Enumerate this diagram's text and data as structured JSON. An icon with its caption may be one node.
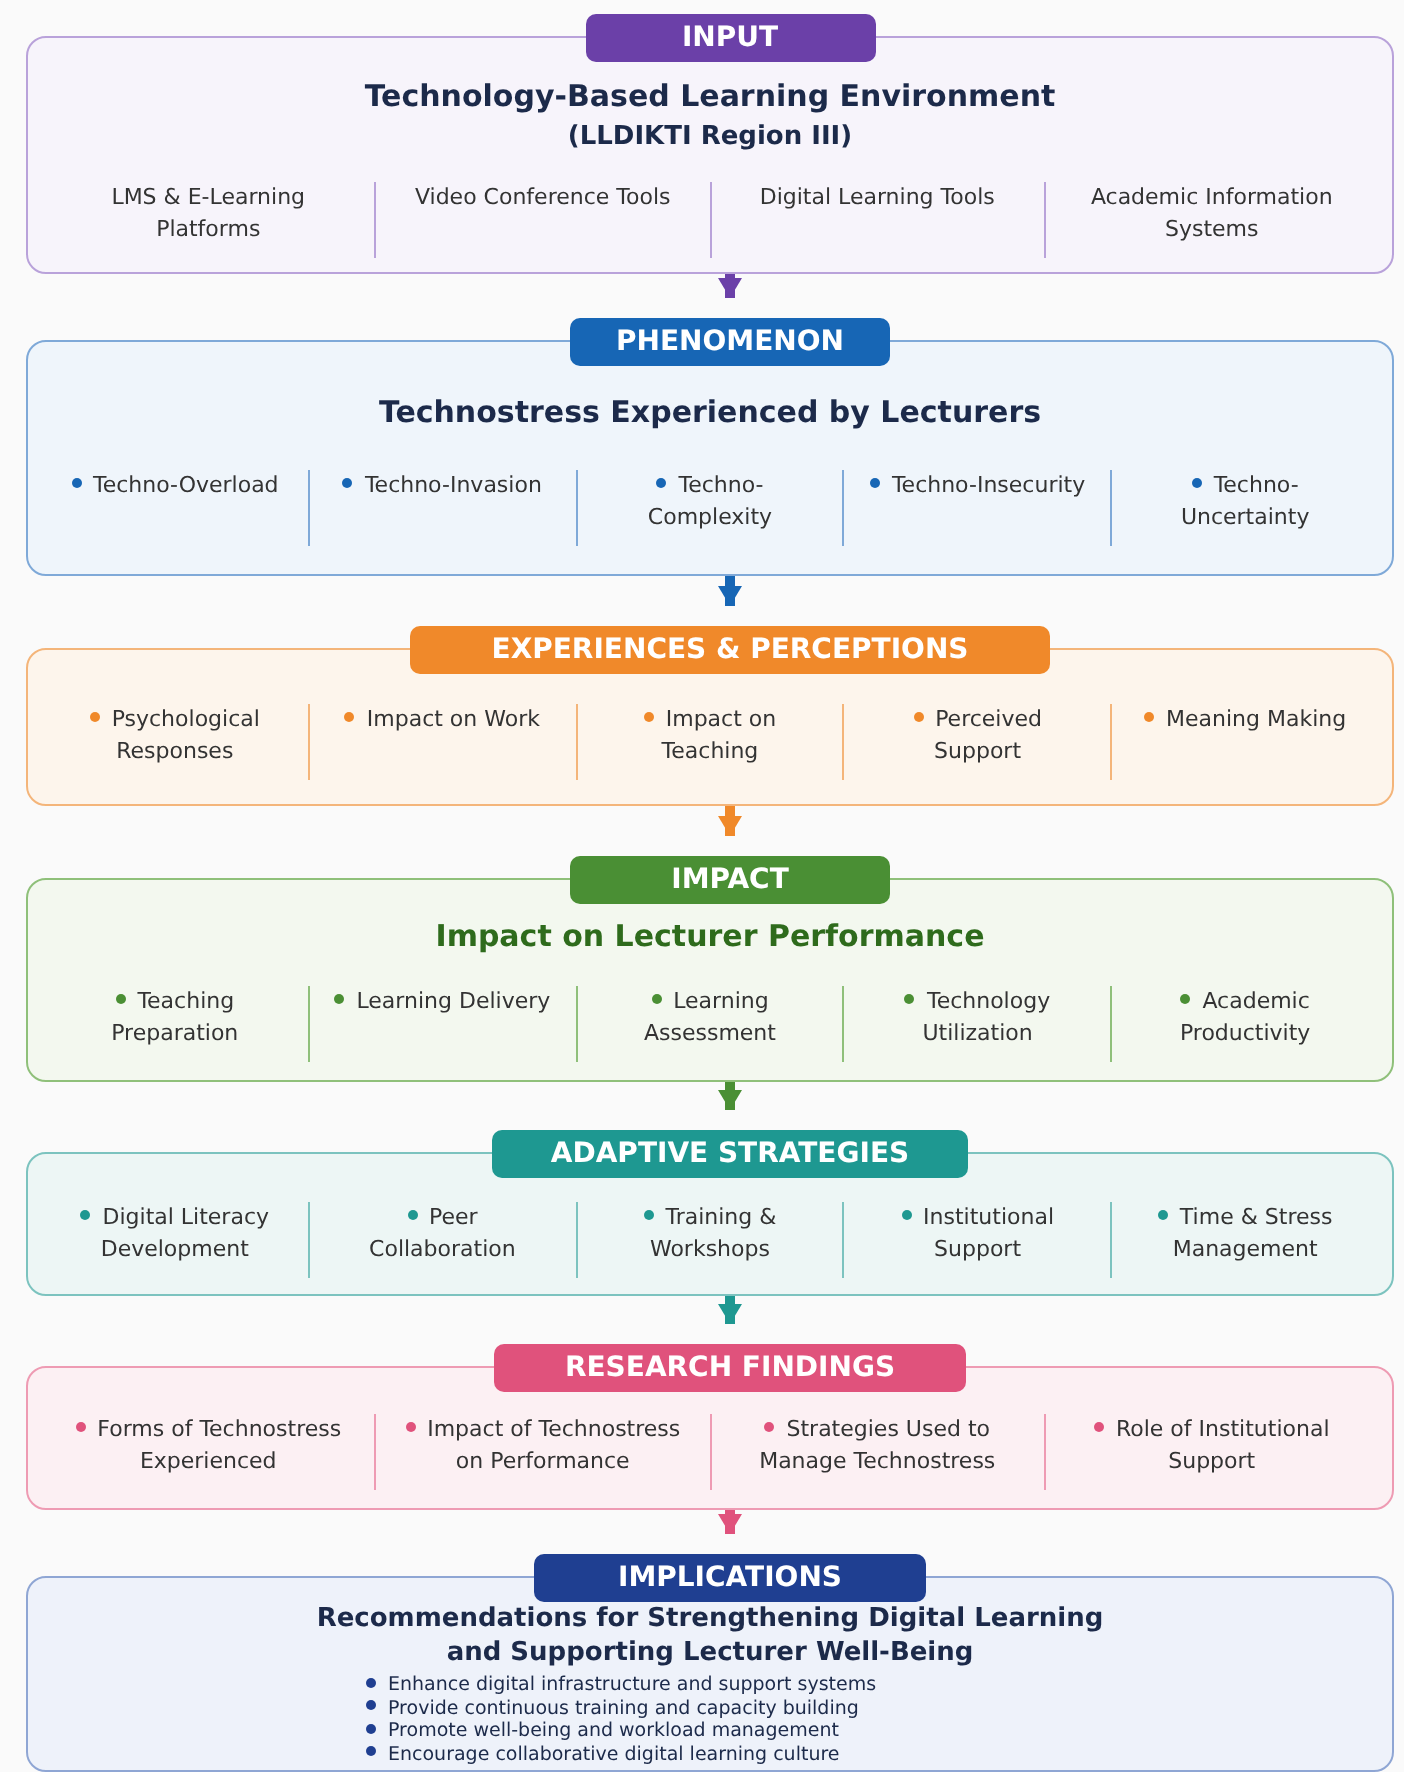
{
  "diagram": {
    "nodes": [
      {
        "text": [
          "INPUT",
          "Technology-Based Learning Environment",
          "(LLDIKTI Region III)",
          "LMS & E-Learning Platforms",
          "Video Conference Tools",
          "Digital Learning Tools",
          "Academic Information Systems"
        ]
      },
      {
        "text": [
          "PHENOMENON",
          "Technostress Experienced by Lecturers",
          "Techno-Overload",
          "Techno-Invasion",
          "Techno-Complexity",
          "Techno-Insecurity",
          "Techno-Uncertainty"
        ]
      },
      {
        "text": [
          "EXPERIENCES & PERCEPTIONS",
          "Psychological Responses",
          "Impact on Work",
          "Impact on Teaching",
          "Perceived Support",
          "Meaning Making"
        ]
      },
      {
        "text": [
          "IMPACT",
          "Impact on Lecturer Performance",
          "Teaching Preparation",
          "Learning Delivery",
          "Learning Assessment",
          "Technology Utilization",
          "Academic Productivity"
        ]
      },
      {
        "text": [
          "ADAPTIVE STRATEGIES",
          "Digital Literacy Development",
          "Peer Collaboration",
          "Training & Workshops",
          "Institutional Support",
          "Time & Stress Management"
        ]
      },
      {
        "text": [
          "RESEARCH FINDINGS",
          "Forms of Technostress Experienced",
          "Impact of Technostress on Performance",
          "Strategies Used to Manage Technostress",
          "Role of Institutional Support"
        ]
      },
      {
        "text": [
          "IMPLICATIONS",
          "Recommendations for Strengthening Digital Learning and Supporting Lecturer Well-Being",
          "Enhance digital infrastructure and support systems",
          "Provide continuous training and capacity building",
          "Promote well-being and workload management",
          "Encourage collaborative digital learning culture"
        ]
      }
    ],
    "edges": [
      {
        "from": 0,
        "to": 1,
        "arrow": "to",
        "color": "#6b40a8"
      },
      {
        "from": 1,
        "to": 2,
        "arrow": "to",
        "color": "#1766b5"
      },
      {
        "from": 2,
        "to": 3,
        "arrow": "to",
        "color": "#f0892a"
      },
      {
        "from": 3,
        "to": 4,
        "arrow": "to",
        "color": "#4a8f34"
      },
      {
        "from": 4,
        "to": 5,
        "arrow": "to",
        "color": "#1e9891"
      },
      {
        "from": 5,
        "to": 6,
        "arrow": "to",
        "color": "#e0527c"
      }
    ]
  }
}
